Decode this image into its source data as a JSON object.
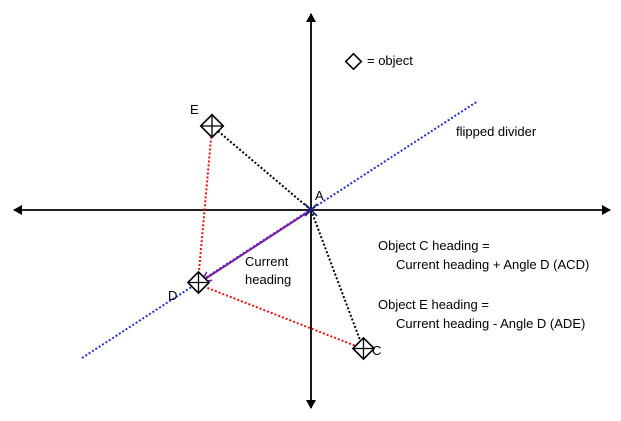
{
  "legend": {
    "text": "= object"
  },
  "divider_label": "flipped divider",
  "heading_label": {
    "line1": "Current",
    "line2": "heading"
  },
  "points": {
    "a": "A",
    "c": "C",
    "d": "D",
    "e": "E"
  },
  "formula_c": {
    "line1": "Object C heading =",
    "line2": "Current heading + Angle D (ACD)"
  },
  "formula_e": {
    "line1": "Object E heading =",
    "line2": "Current heading - Angle D (ADE)"
  },
  "colors": {
    "axes": "#000000",
    "divider": "#2233cc",
    "construction": "#ee1111",
    "heading_vector": "#7a1fa2",
    "object_link": "#000000"
  }
}
